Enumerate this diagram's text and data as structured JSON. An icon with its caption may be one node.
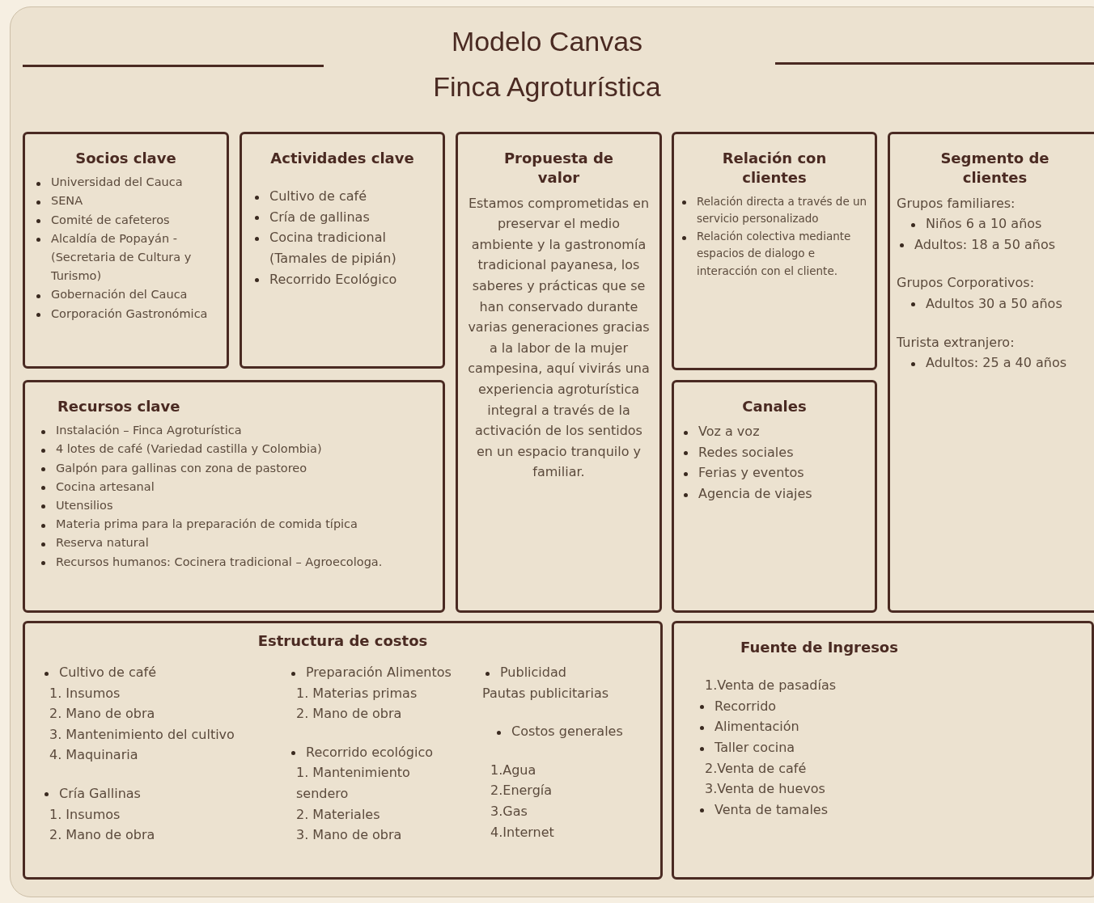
{
  "diagram": {
    "title": "Modelo Canvas",
    "nodes": [
      {
        "text": [
          "Socios clave",
          "Universidad del Cauca",
          "SENA",
          "Comité de cafeteros",
          "Alcaldía de Popayán - (Secretaria de Cultura y Turismo)",
          "Gobernación del Cauca",
          "Corporación Gastronómica"
        ]
      },
      {
        "text": [
          "Actividades clave",
          "Cultivo de café",
          "Cría de gallinas",
          "Cocina tradicional (Tamales de pipián)",
          "Recorrido Ecológico"
        ]
      },
      {
        "text": [
          "Propuesta de valor",
          "Estamos comprometidas en preservar el medio ambiente y la gastronomía tradicional payanesa, los saberes y prácticas que se han conservado durante varias generaciones gracias a la labor de la mujer campesina, aquí vivirás una experiencia agroturística integral a través de la activación de los sentidos en un espacio tranquilo y familiar."
        ]
      },
      {
        "text": [
          "Relación con clientes",
          "Relación directa a través de un servicio personalizado",
          "Relación colectiva mediante espacios de dialogo e interacción con el cliente."
        ]
      },
      {
        "text": [
          "Segmento de clientes",
          "Grupos familiares:",
          "Niños 6 a 10 años",
          "Adultos: 18 a 50 años",
          "Grupos Corporativos:",
          "Adultos 30 a 50 años",
          "Turista extranjero:",
          "Adultos: 25 a 40 años"
        ]
      },
      {
        "text": [
          "Recursos clave",
          "Instalación – Finca Agroturística",
          "4 lotes de café (Variedad castilla y Colombia)",
          "Galpón para gallinas con zona de pastoreo",
          "Cocina artesanal",
          "Utensilios",
          "Materia prima para la preparación de comida típica",
          "Reserva natural",
          "Recursos humanos: Cocinera tradicional – Agroecologa."
        ]
      },
      {
        "text": [
          "Canales",
          "Voz a voz",
          "Redes sociales",
          "Ferias y eventos",
          "Agencia de viajes"
        ]
      },
      {
        "text": [
          "Estructura de costos",
          "Cultivo de café",
          "1. Insumos",
          "2. Mano de obra",
          "3. Mantenimiento del cultivo",
          "4. Maquinaria",
          "Cría Gallinas",
          "1. Insumos",
          "2. Mano de obra",
          "Preparación Alimentos",
          "1. Materias primas",
          "2. Mano de obra",
          "Recorrido ecológico",
          "1. Mantenimiento sendero",
          "2. Materiales",
          "3. Mano de obra",
          "Publicidad",
          "Pautas publicitarias",
          "Costos generales",
          "1.Agua",
          "2.Energía",
          "3.Gas",
          "4.Internet"
        ]
      },
      {
        "text": [
          "Fuente de Ingresos",
          "1.Venta de pasadías",
          "Recorrido",
          "Alimentación",
          "Taller cocina",
          "2.Venta de café",
          "3.Venta de huevos",
          "Venta de tamales"
        ]
      }
    ],
    "labels": [
      "Finca Agroturística"
    ]
  }
}
